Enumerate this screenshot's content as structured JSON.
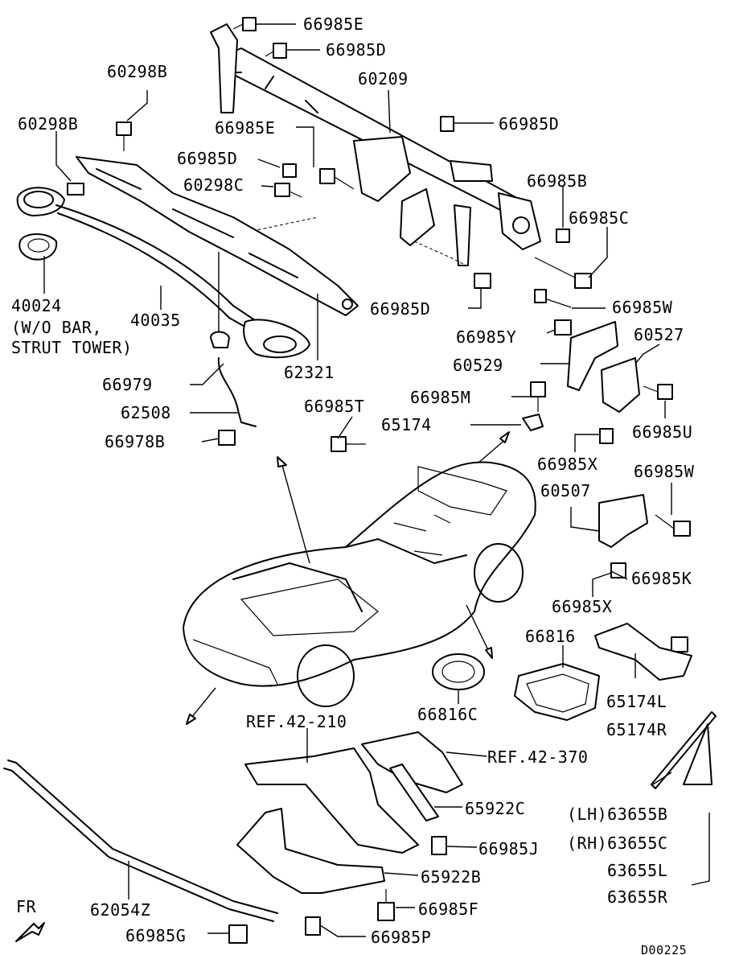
{
  "diagram_code": "D00225",
  "front_indicator": "FR",
  "labels": {
    "l66985E_top": "66985E",
    "l66985D_top": "66985D",
    "l60298B_a": "60298B",
    "l60209": "60209",
    "l60298B_b": "60298B",
    "l66985E_mid": "66985E",
    "l66985D_right": "66985D",
    "l66985D_left": "66985D",
    "l60298C": "60298C",
    "l66985B": "66985B",
    "l66985C": "66985C",
    "l40024": "40024",
    "l40035_note": "(W/O BAR,\nSTRUT TOWER)",
    "l40035": "40035",
    "l66985D_low": "66985D",
    "l66985W_a": "66985W",
    "l66985Y": "66985Y",
    "l60527": "60527",
    "l66979": "66979",
    "l62321": "62321",
    "l60529": "60529",
    "l66985T": "66985T",
    "l66985M": "66985M",
    "l62508": "62508",
    "l65174": "65174",
    "l66978B": "66978B",
    "l66985U": "66985U",
    "l66985X_a": "66985X",
    "l66985W_b": "66985W",
    "l60507": "60507",
    "l66985K": "66985K",
    "l66985X_b": "66985X",
    "l66816": "66816",
    "l65174L": "65174L",
    "l66816C": "66816C",
    "l65174R": "65174R",
    "lREF42210": "REF.42-210",
    "lREF42370": "REF.42-370",
    "l65922C": "65922C",
    "l63655B": "(LH)63655B",
    "l63655C": "(RH)63655C",
    "l66985J": "66985J",
    "l63655L": "63655L",
    "l65922B": "65922B",
    "l63655R": "63655R",
    "l62054Z": "62054Z",
    "l66985F": "66985F",
    "l66985G": "66985G",
    "l66985P": "66985P"
  }
}
